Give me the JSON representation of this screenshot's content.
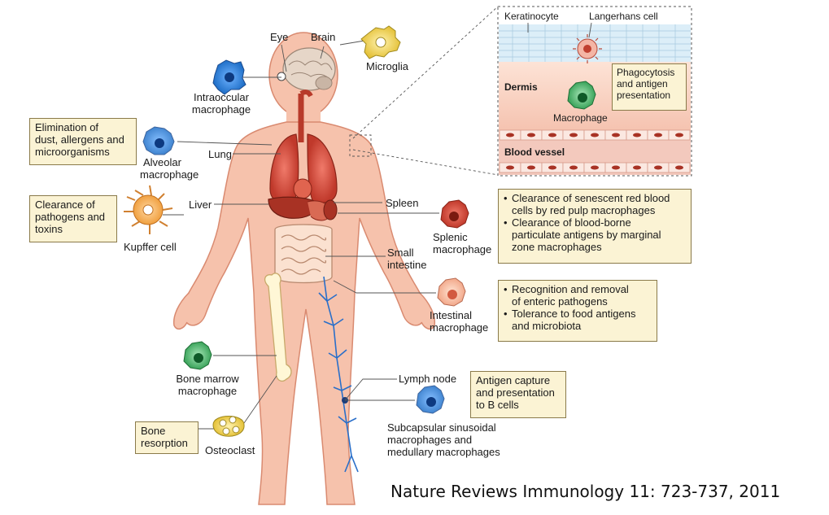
{
  "organs": {
    "eye": "Eye",
    "brain": "Brain",
    "lung": "Lung",
    "liver": "Liver",
    "spleen": "Spleen",
    "small_intestine": [
      "Small",
      "intestine"
    ],
    "lymph_node": "Lymph node"
  },
  "cells": {
    "microglia": "Microglia",
    "intraocular": [
      "Intraoccular",
      "macrophage"
    ],
    "alveolar": [
      "Alveolar",
      "macrophage"
    ],
    "kupffer": "Kupffer cell",
    "splenic": [
      "Splenic",
      "macrophage"
    ],
    "intestinal": [
      "Intestinal",
      "macrophage"
    ],
    "bone_marrow": [
      "Bone marrow",
      "macrophage"
    ],
    "osteoclast": "Osteoclast",
    "subcapsular": [
      "Subcapsular sinusoidal",
      "macrophages and",
      "medullary macrophages"
    ]
  },
  "boxes": {
    "alveolar": [
      "Elimination of",
      "dust, allergens and",
      "microorganisms"
    ],
    "kupffer": [
      "Clearance of",
      "pathogens and",
      "toxins"
    ],
    "bone": [
      "Bone",
      "resorption"
    ],
    "splenic": [
      [
        "Clearance of senescent red blood",
        "cells by red pulp macrophages"
      ],
      [
        "Clearance of blood-borne",
        "particulate antigens by marginal",
        "zone macrophages"
      ]
    ],
    "intestinal": [
      [
        "Recognition and removal",
        "of enteric pathogens"
      ],
      [
        "Tolerance to food antigens",
        "and microbiota"
      ]
    ],
    "lymph": [
      "Antigen capture",
      "and presentation",
      "to B cells"
    ]
  },
  "inset": {
    "keratinocyte": "Keratinocyte",
    "langerhans": "Langerhans cell",
    "dermis": "Dermis",
    "macrophage": "Macrophage",
    "blood_vessel": "Blood vessel",
    "phago_box": [
      "Phagocytosis",
      "and antigen",
      "presentation"
    ]
  },
  "citation": "Nature Reviews Immunology 11: 723-737, 2011",
  "colors": {
    "skin": "#f6c2ac",
    "skin_outline": "#d98a70",
    "organ_red": "#c0392b",
    "box_fill": "#fbf3d4",
    "vein_blue": "#2a6fc9"
  }
}
